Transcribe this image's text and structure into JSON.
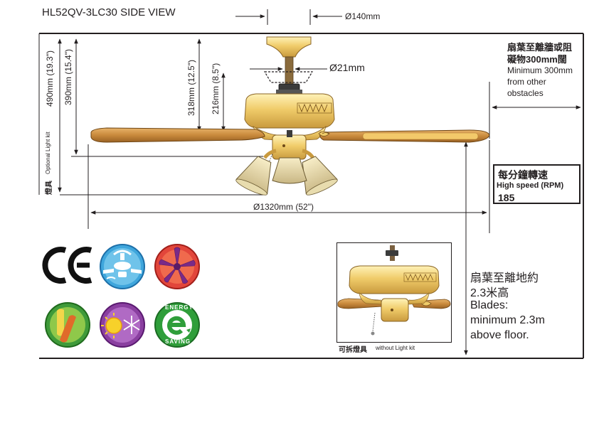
{
  "title": "HL52QV-3LC30  SIDE VIEW",
  "dimensions": {
    "canopy_width": "Ø140mm",
    "downrod_width": "Ø21mm",
    "blade_span": "Ø1320mm  (52\")",
    "height_light_kit": "490mm (19.3\")",
    "height_light_kit_note": "Optional Light kit",
    "height_light_kit_zh": "燈具",
    "height_fan_body": "390mm (15.4\")",
    "height_to_blade": "318mm (12.5\")",
    "height_motor": "216mm (8.5\")"
  },
  "clearance": {
    "wall_zh_line1": "扇葉至離牆或阻",
    "wall_zh_line2": "礙物300mm闊",
    "wall_en_line1": "Minimum 300mm",
    "wall_en_line2": "from other",
    "wall_en_line3": "obstacles",
    "floor_zh_line1": "扇葉至離地約",
    "floor_zh_line2": "2.3米高",
    "floor_en_line1": "Blades:",
    "floor_en_line2": "minimum 2.3m",
    "floor_en_line3": "above floor."
  },
  "speed": {
    "label_zh": "每分鐘轉速",
    "label_en": "High speed  (RPM)",
    "value": "185"
  },
  "inset": {
    "caption_zh": "可拆燈具",
    "caption_en": "without Light kit"
  },
  "badges": [
    {
      "name": "ce-mark-icon",
      "text": "CE"
    },
    {
      "name": "reverse-function-icon"
    },
    {
      "name": "five-blade-icon"
    },
    {
      "name": "speed-control-icon"
    },
    {
      "name": "summer-winter-icon"
    },
    {
      "name": "energy-saving-icon",
      "text_top": "ENERGY",
      "text_bottom": "SAVING"
    }
  ],
  "colors": {
    "brass": "#f2d27a",
    "brass_dark": "#b8893a",
    "blade": "#c98a3c",
    "blade_edge": "#6e4514",
    "line": "#231f20"
  }
}
